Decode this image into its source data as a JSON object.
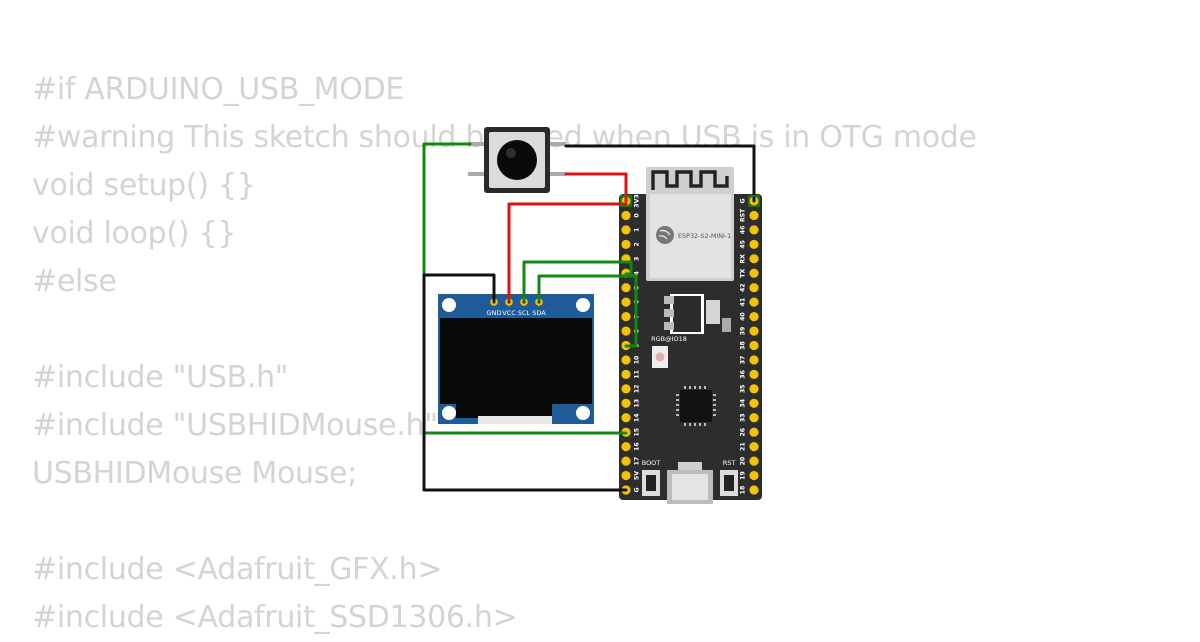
{
  "code_lines": [
    "#if ARDUINO_USB_MODE",
    "#warning This sketch should be used when USB is in OTG mode",
    "void setup() {}",
    "void loop() {}",
    "#else",
    "",
    "#include \"USB.h\"",
    "#include \"USBHIDMouse.h\"",
    "USBHIDMouse Mouse;",
    "",
    "#include <Adafruit_GFX.h>",
    "#include <Adafruit_SSD1306.h>"
  ],
  "oled": {
    "pin_labels": [
      "GND",
      "VCC",
      "SCL",
      "SDA"
    ]
  },
  "esp32": {
    "module_label": "ESP32-S2-MINI-1",
    "rgb_label": "RGB@IO18",
    "boot_label": "BOOT",
    "rst_label": "RST",
    "left_pins": [
      "3V3",
      "0",
      "1",
      "2",
      "3",
      "4",
      "5",
      "6",
      "7",
      "8",
      "9",
      "10",
      "11",
      "12",
      "13",
      "14",
      "15",
      "16",
      "17",
      "5V",
      "G"
    ],
    "right_pins": [
      "G",
      "RST",
      "46",
      "45",
      "RX",
      "TX",
      "42",
      "41",
      "40",
      "39",
      "38",
      "37",
      "36",
      "35",
      "34",
      "33",
      "26",
      "21",
      "20",
      "19",
      "18"
    ]
  },
  "colors": {
    "wire_green": "#118811",
    "wire_red": "#dd1111",
    "wire_black": "#111111",
    "board": "#2d2d2d",
    "pin": "#f5c400",
    "oled_pcb": "#1f5a99",
    "code_text": "#d4d4d4"
  }
}
